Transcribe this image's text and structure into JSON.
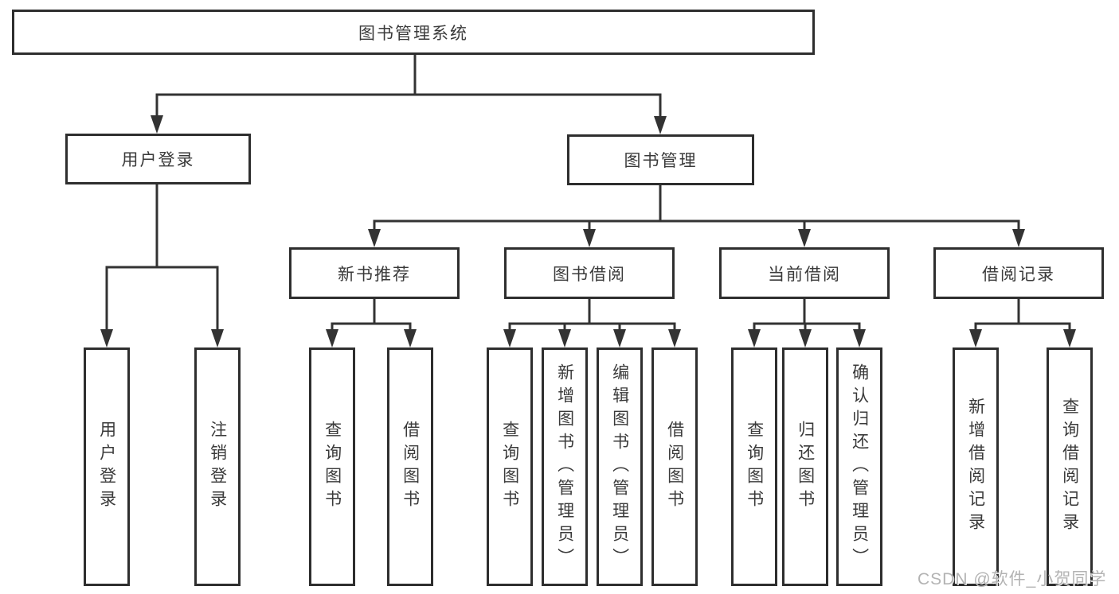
{
  "nodes": {
    "root": {
      "label": "图书管理系统"
    },
    "userLogin": {
      "label": "用户登录"
    },
    "bookManagement": {
      "label": "图书管理"
    },
    "newBookRecommend": {
      "label": "新书推荐"
    },
    "bookBorrow": {
      "label": "图书借阅"
    },
    "currentBorrow": {
      "label": "当前借阅"
    },
    "borrowRecords": {
      "label": "借阅记录"
    },
    "leafUserLogin": {
      "label": "用户登录"
    },
    "leafLogoutLogin": {
      "label": "注销登录"
    },
    "leafQueryBooksRecommend": {
      "label": "查询图书"
    },
    "leafBorrowBooksRecommend": {
      "label": "借阅图书"
    },
    "leafQueryBooksBorrow": {
      "label": "查询图书"
    },
    "leafAddBooksAdmin": {
      "label": "新增图书（管理员）"
    },
    "leafEditBooksAdmin": {
      "label": "编辑图书（管理员）"
    },
    "leafBorrowBooks": {
      "label": "借阅图书"
    },
    "leafQueryBooksCurrent": {
      "label": "查询图书"
    },
    "leafReturnBooks": {
      "label": "归还图书"
    },
    "leafConfirmReturnAdmin": {
      "label": "确认归还（管理员）"
    },
    "leafAddBorrowRecord": {
      "label": "新增借阅记录"
    },
    "leafQueryBorrowRecord": {
      "label": "查询借阅记录"
    }
  },
  "colors": {
    "box_border": "#2e2e2e",
    "connector_line": "#333333",
    "text": "#3a3a3a",
    "watermark": "#b3b3b3",
    "background": "#ffffff"
  },
  "watermark": {
    "text": "CSDN @软件_小贺同学"
  }
}
